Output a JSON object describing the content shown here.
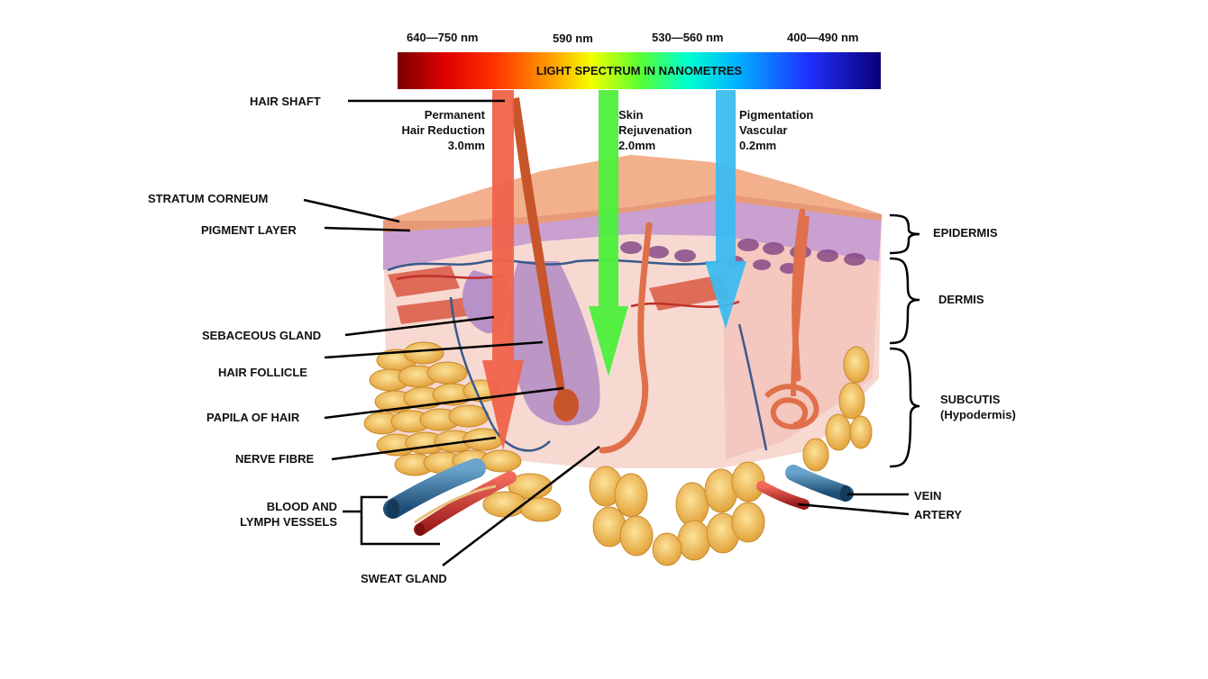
{
  "wavelengths": [
    {
      "key": "red",
      "text": "640—750 nm"
    },
    {
      "key": "yellow",
      "text": "590 nm"
    },
    {
      "key": "green",
      "text": "530—560 nm"
    },
    {
      "key": "blue",
      "text": "400—490 nm"
    }
  ],
  "spectrum_title": "LIGHT SPECTRUM IN NANOMETRES",
  "treatments": [
    {
      "line1": "Permanent",
      "line2": "Hair Reduction",
      "depth": "3.0mm",
      "color": "#f0634a"
    },
    {
      "line1": "Skin",
      "line2": "Rejuvenation",
      "depth": "2.0mm",
      "color": "#4cf03c"
    },
    {
      "line1": "Pigmentation",
      "line2": "Vascular",
      "depth": "0.2mm",
      "color": "#3cbcf0"
    }
  ],
  "left_labels": {
    "hair_shaft": "HAIR SHAFT",
    "stratum_corneum": "STRATUM CORNEUM",
    "pigment_layer": "PIGMENT LAYER",
    "sebaceous_gland": "SEBACEOUS GLAND",
    "hair_follicle": "HAIR FOLLICLE",
    "papila_of_hair": "PAPILA OF HAIR",
    "nerve_fibre": "NERVE FIBRE",
    "blood_lymph_line1": "BLOOD AND",
    "blood_lymph_line2": "LYMPH VESSELS",
    "sweat_gland": "SWEAT GLAND"
  },
  "right_labels": {
    "epidermis": "EPIDERMIS",
    "dermis": "DERMIS",
    "subcutis_line1": "SUBCUTIS",
    "subcutis_line2": "(Hypodermis)",
    "vein": "VEIN",
    "artery": "ARTERY"
  },
  "colors": {
    "skin_top": "#f2b08c",
    "epidermis_purple": "#c9a0d0",
    "dermis_pink": "#f6d2cc",
    "fat_yellow": "#f2c45a",
    "vein_blue": "#2d6e9e",
    "artery_red": "#c8262a"
  }
}
